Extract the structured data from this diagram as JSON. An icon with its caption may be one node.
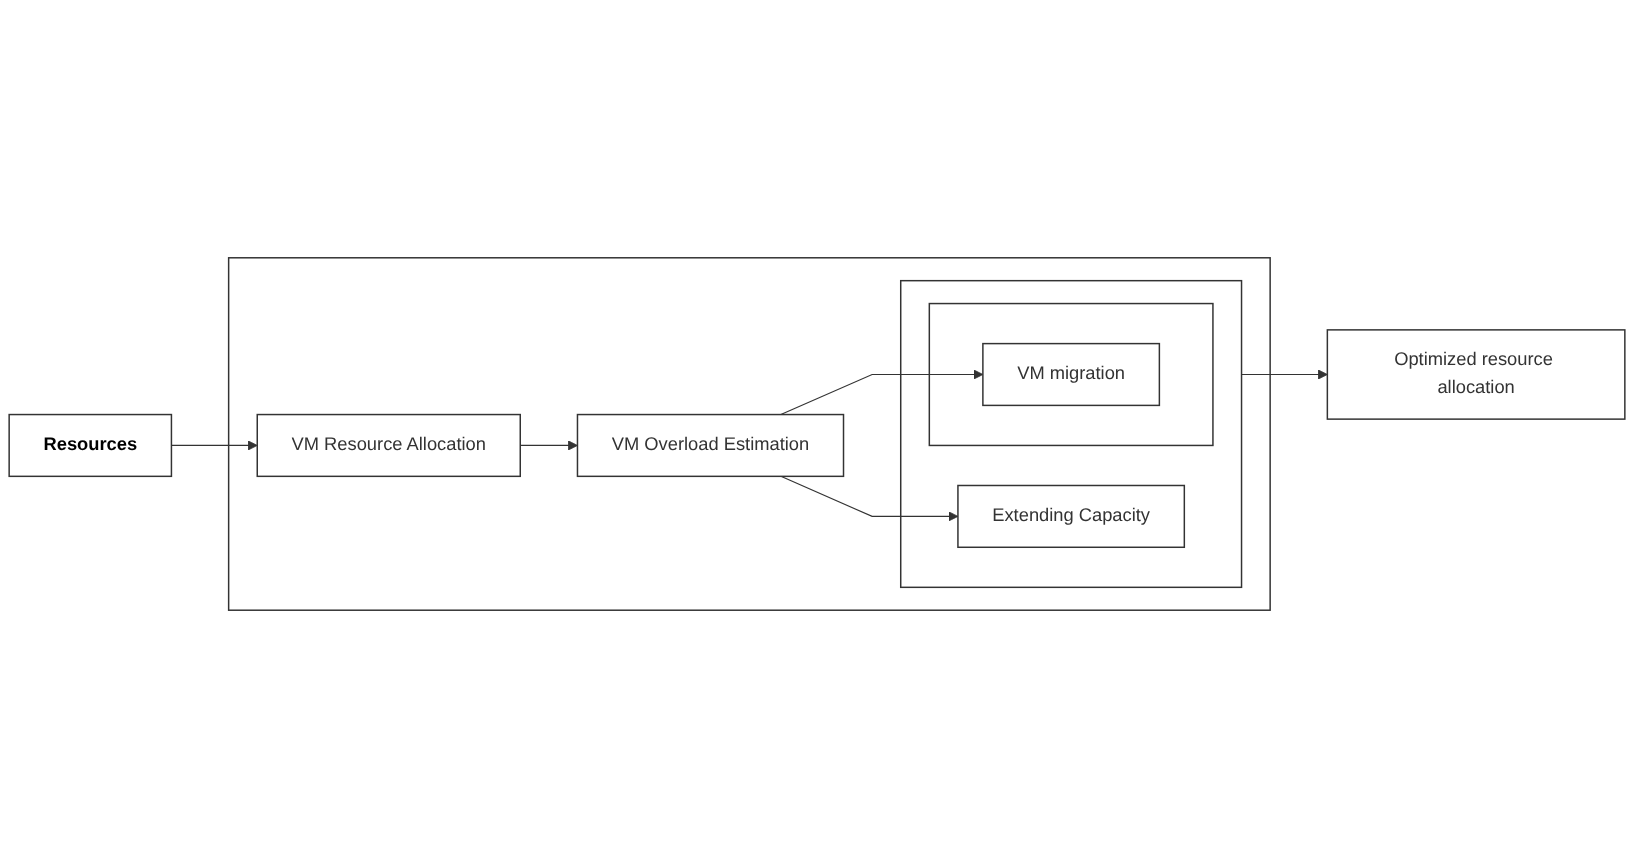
{
  "diagram": {
    "nodes": [
      {
        "text": [
          "Resources"
        ]
      },
      {
        "text": [],
        "shape": "box"
      },
      {
        "text": [
          "VM Resource Allocation"
        ],
        "in": 1
      },
      {
        "text": [
          "VM Overload Estimation"
        ],
        "in": 1
      },
      {
        "text": [],
        "shape": "box",
        "in": 1
      },
      {
        "text": [
          "Extending Capacity"
        ],
        "in": 4
      },
      {
        "text": [],
        "shape": "box",
        "in": 4
      },
      {
        "text": [
          "VM migration"
        ],
        "in": 6
      },
      {
        "text": [
          "Optimized resource allocation"
        ]
      }
    ],
    "edges": [
      {
        "from": 0,
        "to": 2,
        "arrow": "to"
      },
      {
        "from": 2,
        "to": 3,
        "arrow": "to"
      },
      {
        "from": 3,
        "to": 5,
        "arrow": "to"
      },
      {
        "from": 3,
        "to": 7,
        "arrow": "to"
      },
      {
        "from": 4,
        "to": 8,
        "arrow": "to"
      }
    ]
  }
}
